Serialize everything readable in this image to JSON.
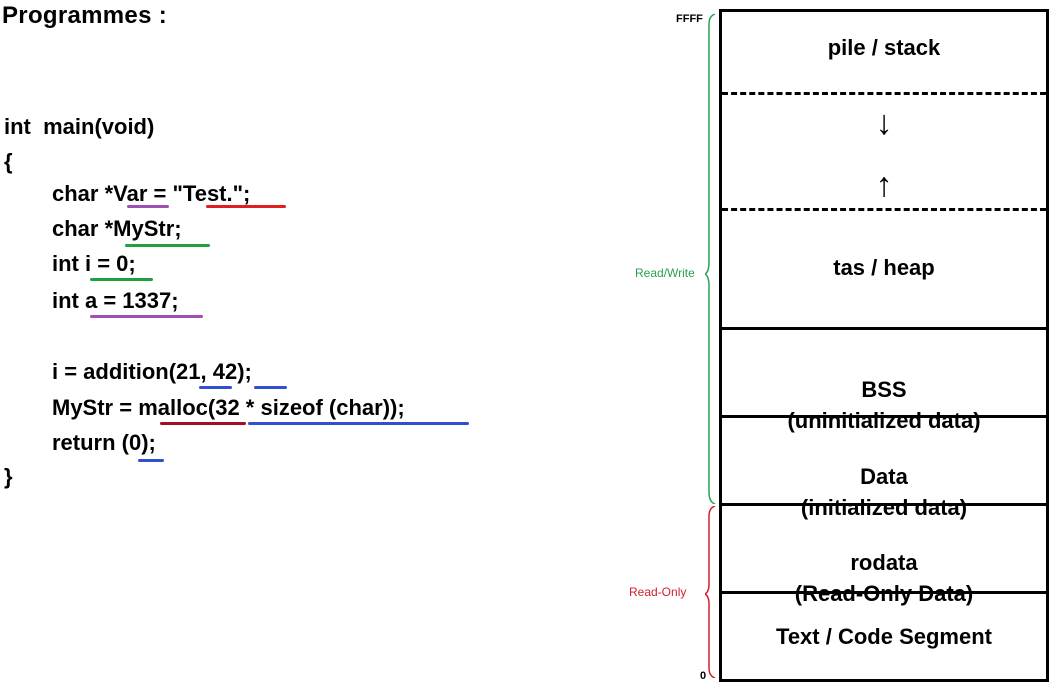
{
  "title": "Programmes :",
  "code": {
    "lines": [
      "int  main(void)",
      "{",
      "char *Var = \"Test.\";",
      "char *MyStr;",
      "int i = 0;",
      "int a = 1337;",
      "i = addition(21, 42);",
      "MyStr = malloc(32 * sizeof (char));",
      "return (0);",
      "}"
    ]
  },
  "memory": {
    "segments": [
      {
        "label": "pile / stack"
      },
      {
        "label": "tas / heap"
      },
      {
        "label": "BSS\n(uninitialized data)"
      },
      {
        "label": "Data\n(initialized data)"
      },
      {
        "label": "rodata\n(Read-Only Data)"
      },
      {
        "label": "Text / Code Segment"
      }
    ],
    "arrows": {
      "down": "↓",
      "up": "↑"
    },
    "address_top": "FFFF",
    "address_bottom": "0",
    "rw_label": "Read/Write",
    "ro_label": "Read-Only"
  },
  "colors": {
    "purple": "#a050b0",
    "red": "#e02020",
    "green": "#20a040",
    "blue": "#3050d0",
    "darkred": "#a01020",
    "rw_green": "#2aa050",
    "ro_red": "#d02030"
  }
}
